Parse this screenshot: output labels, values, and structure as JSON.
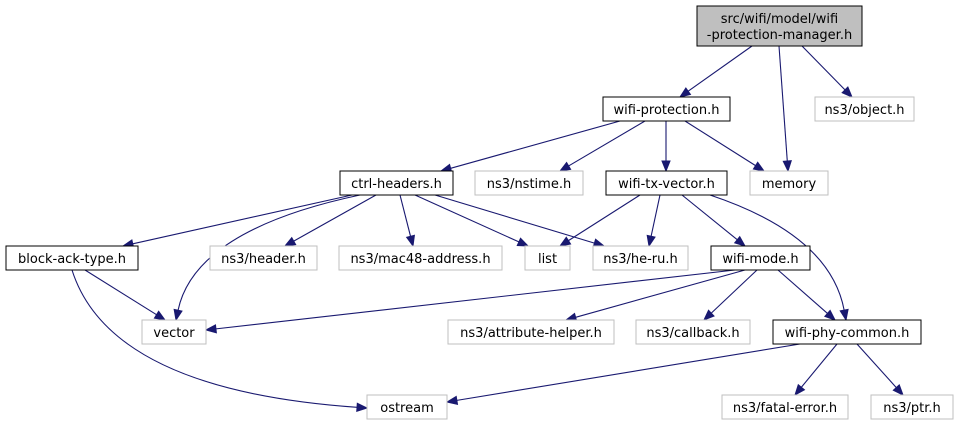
{
  "colors": {
    "edge": "#191970",
    "root_fill": "#bfbfbf",
    "node_border": "#000000",
    "external_border": "#bfbfbf"
  },
  "nodes": [
    {
      "id": "root",
      "kind": "root",
      "lines": [
        "src/wifi/model/wifi",
        "-protection-manager.h"
      ]
    },
    {
      "id": "wifi-protection",
      "kind": "local",
      "lines": [
        "wifi-protection.h"
      ]
    },
    {
      "id": "ns3-object",
      "kind": "ext",
      "lines": [
        "ns3/object.h"
      ]
    },
    {
      "id": "ctrl-headers",
      "kind": "local",
      "lines": [
        "ctrl-headers.h"
      ]
    },
    {
      "id": "ns3-nstime",
      "kind": "ext",
      "lines": [
        "ns3/nstime.h"
      ]
    },
    {
      "id": "wifi-tx-vector",
      "kind": "local",
      "lines": [
        "wifi-tx-vector.h"
      ]
    },
    {
      "id": "memory",
      "kind": "ext",
      "lines": [
        "memory"
      ]
    },
    {
      "id": "block-ack-type",
      "kind": "local",
      "lines": [
        "block-ack-type.h"
      ]
    },
    {
      "id": "ns3-header",
      "kind": "ext",
      "lines": [
        "ns3/header.h"
      ]
    },
    {
      "id": "ns3-mac48",
      "kind": "ext",
      "lines": [
        "ns3/mac48-address.h"
      ]
    },
    {
      "id": "list",
      "kind": "ext",
      "lines": [
        "list"
      ]
    },
    {
      "id": "ns3-he-ru",
      "kind": "ext",
      "lines": [
        "ns3/he-ru.h"
      ]
    },
    {
      "id": "wifi-mode",
      "kind": "local",
      "lines": [
        "wifi-mode.h"
      ]
    },
    {
      "id": "vector",
      "kind": "ext",
      "lines": [
        "vector"
      ]
    },
    {
      "id": "ns3-attribute-helper",
      "kind": "ext",
      "lines": [
        "ns3/attribute-helper.h"
      ]
    },
    {
      "id": "ns3-callback",
      "kind": "ext",
      "lines": [
        "ns3/callback.h"
      ]
    },
    {
      "id": "wifi-phy-common",
      "kind": "local",
      "lines": [
        "wifi-phy-common.h"
      ]
    },
    {
      "id": "ostream",
      "kind": "ext",
      "lines": [
        "ostream"
      ]
    },
    {
      "id": "ns3-fatal-error",
      "kind": "ext",
      "lines": [
        "ns3/fatal-error.h"
      ]
    },
    {
      "id": "ns3-ptr",
      "kind": "ext",
      "lines": [
        "ns3/ptr.h"
      ]
    }
  ],
  "edges": [
    [
      "root",
      "wifi-protection"
    ],
    [
      "root",
      "memory"
    ],
    [
      "root",
      "ns3-object"
    ],
    [
      "wifi-protection",
      "ctrl-headers"
    ],
    [
      "wifi-protection",
      "ns3-nstime"
    ],
    [
      "wifi-protection",
      "wifi-tx-vector"
    ],
    [
      "wifi-protection",
      "memory"
    ],
    [
      "ctrl-headers",
      "block-ack-type"
    ],
    [
      "ctrl-headers",
      "vector"
    ],
    [
      "ctrl-headers",
      "ns3-header"
    ],
    [
      "ctrl-headers",
      "ns3-mac48"
    ],
    [
      "ctrl-headers",
      "list"
    ],
    [
      "ctrl-headers",
      "ns3-he-ru"
    ],
    [
      "wifi-tx-vector",
      "list"
    ],
    [
      "wifi-tx-vector",
      "ns3-he-ru"
    ],
    [
      "wifi-tx-vector",
      "wifi-mode"
    ],
    [
      "wifi-tx-vector",
      "wifi-phy-common"
    ],
    [
      "block-ack-type",
      "vector"
    ],
    [
      "block-ack-type",
      "ostream"
    ],
    [
      "wifi-mode",
      "vector"
    ],
    [
      "wifi-mode",
      "ns3-attribute-helper"
    ],
    [
      "wifi-mode",
      "ns3-callback"
    ],
    [
      "wifi-mode",
      "wifi-phy-common"
    ],
    [
      "wifi-phy-common",
      "ostream"
    ],
    [
      "wifi-phy-common",
      "ns3-fatal-error"
    ],
    [
      "wifi-phy-common",
      "ns3-ptr"
    ]
  ]
}
